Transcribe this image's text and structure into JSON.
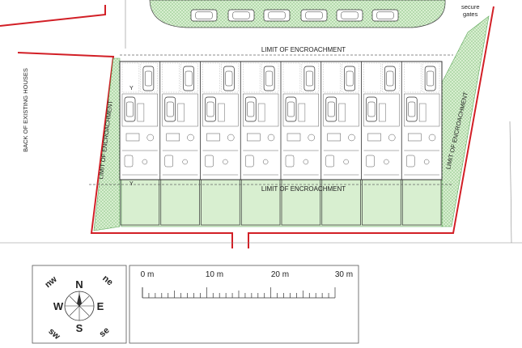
{
  "labels": {
    "limit_top": "LIMIT OF ENCROACHMENT",
    "limit_mid": "LIMIT OF ENCROACHMENT",
    "limit_left": "LIMIT OF ENCROACHMENT",
    "limit_right": "LIMIT OF ENCROACHMENT",
    "back_houses": "BACK OF EXISTING HOUSES",
    "gates_line1": "secure",
    "gates_line2": "gates",
    "y_marker_top": "Y",
    "y_marker_bottom": "Y"
  },
  "compass": {
    "n": "N",
    "s": "S",
    "e": "E",
    "w": "W",
    "ne": "ne",
    "nw": "nw",
    "se": "se",
    "sw": "sw"
  },
  "scale_bar": {
    "ticks": [
      "0 m",
      "10 m",
      "20 m",
      "30 m"
    ]
  },
  "colors": {
    "boundary": "#d21f26",
    "green": "#cfe9c6",
    "line": "#333333"
  }
}
